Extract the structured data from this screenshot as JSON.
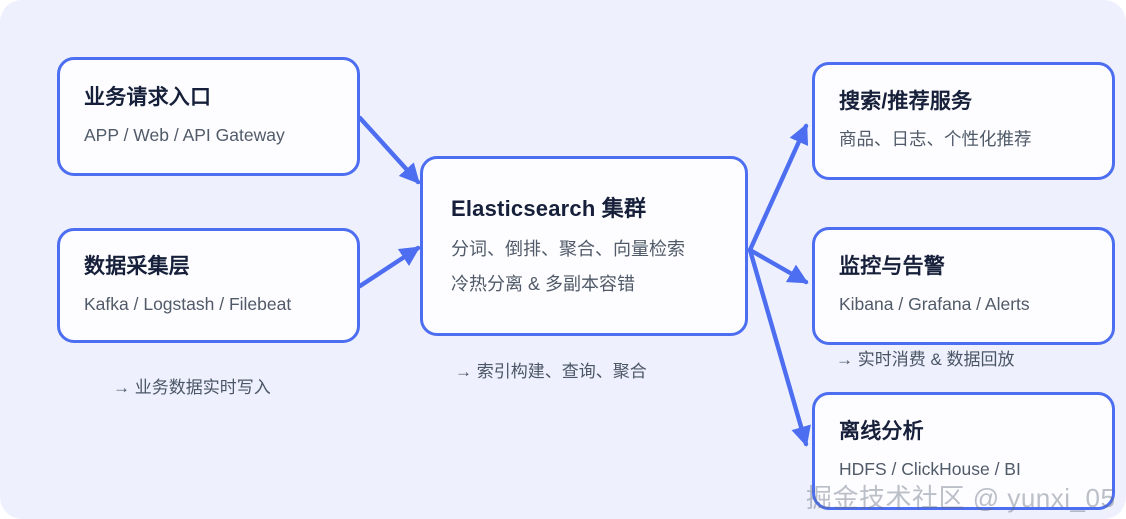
{
  "canvas": {
    "background_color": "#eef1fd",
    "accent_color": "#4d6ef0",
    "title_color": "#17203a",
    "subtitle_color": "#505a68"
  },
  "nodes": {
    "ingress": {
      "title": "业务请求入口",
      "subtitle1": "APP / Web / API Gateway"
    },
    "collector": {
      "title": "数据采集层",
      "subtitle1": "Kafka / Logstash / Filebeat"
    },
    "es": {
      "title": "Elasticsearch 集群",
      "subtitle1": "分词、倒排、聚合、向量检索",
      "subtitle2": "冷热分离 & 多副本容错"
    },
    "search": {
      "title": "搜索/推荐服务",
      "subtitle1": "商品、日志、个性化推荐"
    },
    "monitor": {
      "title": "监控与告警",
      "subtitle1": "Kibana / Grafana / Alerts"
    },
    "offline": {
      "title": "离线分析",
      "subtitle1": "HDFS / ClickHouse / BI"
    }
  },
  "captions": {
    "ingest": "→ 业务数据实时写入",
    "index": "→ 索引构建、查询、聚合",
    "consume": "→ 实时消费 & 数据回放"
  },
  "watermark": {
    "text": "掘金技术社区 @ yunxi_05"
  }
}
